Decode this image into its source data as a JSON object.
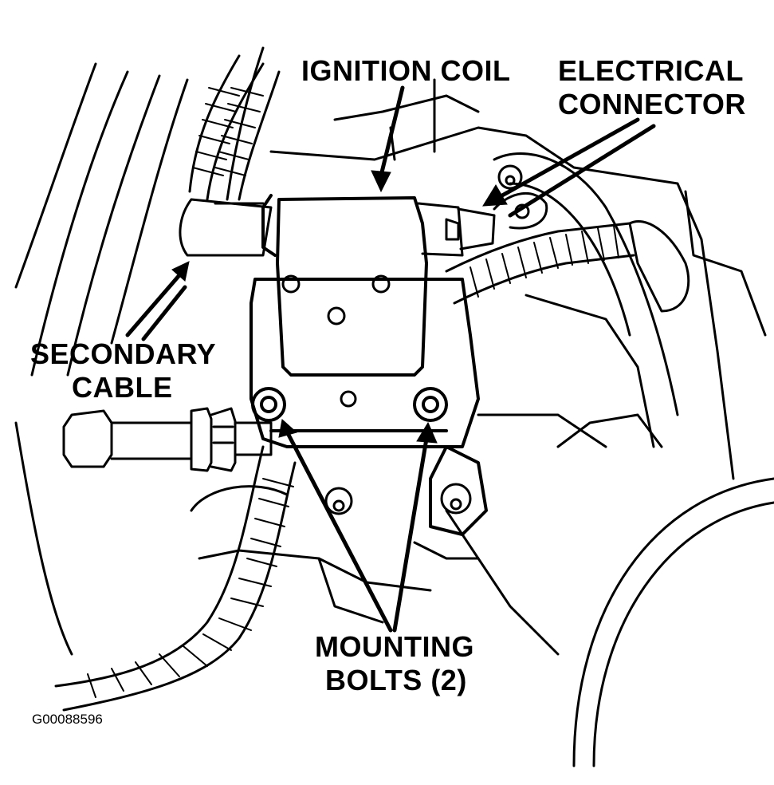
{
  "labels": {
    "ignition_coil": "IGNITION COIL",
    "electrical_connector_line1": "ELECTRICAL",
    "electrical_connector_line2": "CONNECTOR",
    "secondary_cable_line1": "SECONDARY",
    "secondary_cable_line2": "CABLE",
    "mounting_bolts_line1": "MOUNTING",
    "mounting_bolts_line2": "BOLTS (2)"
  },
  "figure_id": "G00088596",
  "colors": {
    "ink": "#000000",
    "paper": "#ffffff"
  }
}
